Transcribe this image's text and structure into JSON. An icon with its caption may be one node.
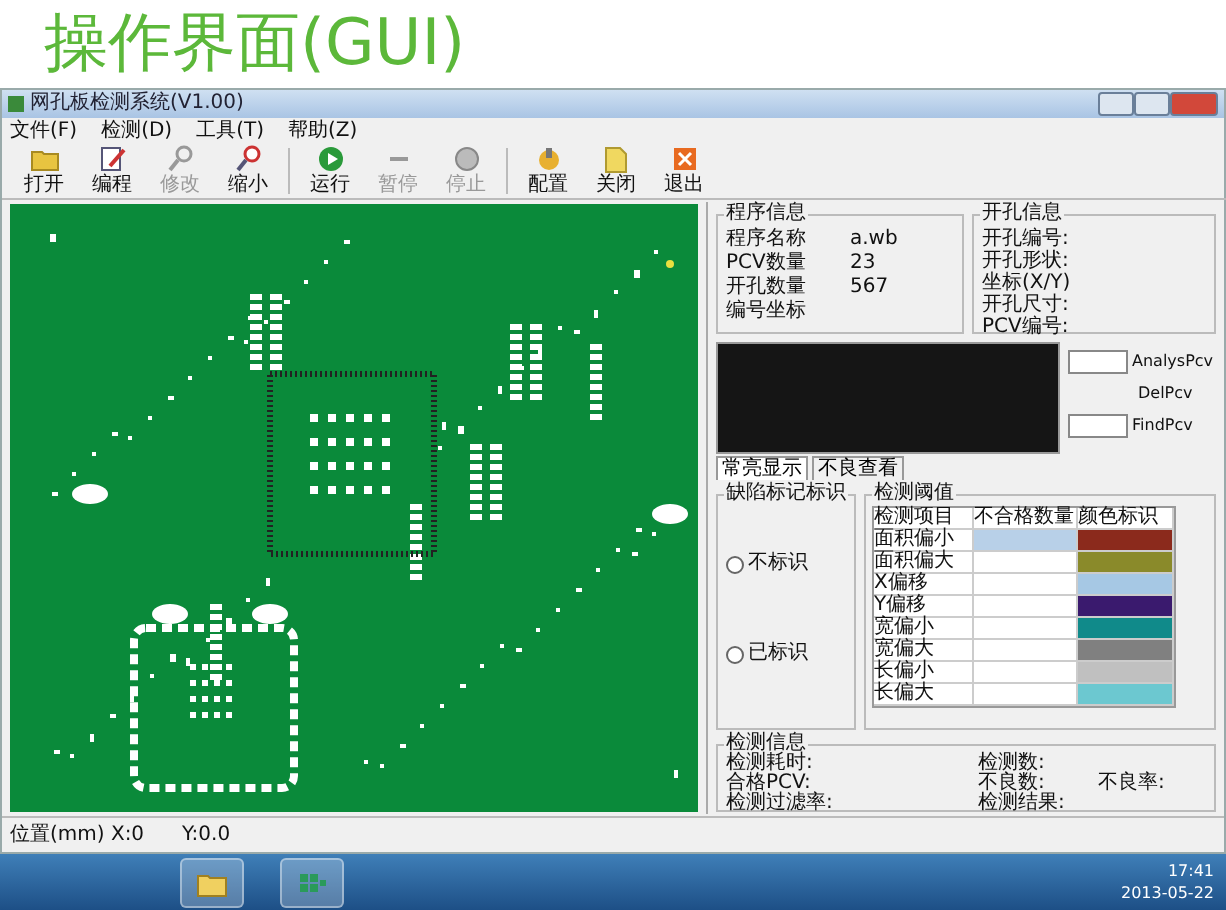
{
  "diagram": {
    "title": "操作界面(GUI)",
    "nodes": [
      {
        "text": [],
        "shape": "box"
      }
    ],
    "labels": [
      "网孔板检测系统(V1.00)",
      "文件(F)",
      "检测(D)",
      "工具(T)",
      "帮助(Z)",
      "打开",
      "编程",
      "修改",
      "缩小",
      "运行",
      "暂停",
      "停止",
      "配置",
      "关闭",
      "退出",
      "程序信息",
      "程序名称",
      "a.wb",
      "PCV数量",
      "23",
      "开孔数量",
      "567",
      "编号坐标",
      "开孔信息",
      "开孔编号:",
      "开孔形状:",
      "坐标(X/Y)",
      "开孔尺寸:",
      "PCV编号:",
      "AnalysPcv",
      "DelPcv",
      "FindPcv",
      "常亮显示",
      "不良查看",
      "缺陷标记标识",
      "不标识",
      "已标识",
      "检测阈值",
      "检测项目",
      "不合格数量",
      "颜色标识",
      "面积偏小",
      "面积偏大",
      "X偏移",
      "Y偏移",
      "宽偏小",
      "宽偏大",
      "长偏小",
      "长偏大",
      "检测信息",
      "检测耗时:",
      "检测数:",
      "合格PCV:",
      "不良数:",
      "不良率:",
      "检测过滤率:",
      "检测结果:",
      "位置(mm) X:0",
      "Y:0.0",
      "17:41",
      "2013-05-22"
    ]
  }
}
